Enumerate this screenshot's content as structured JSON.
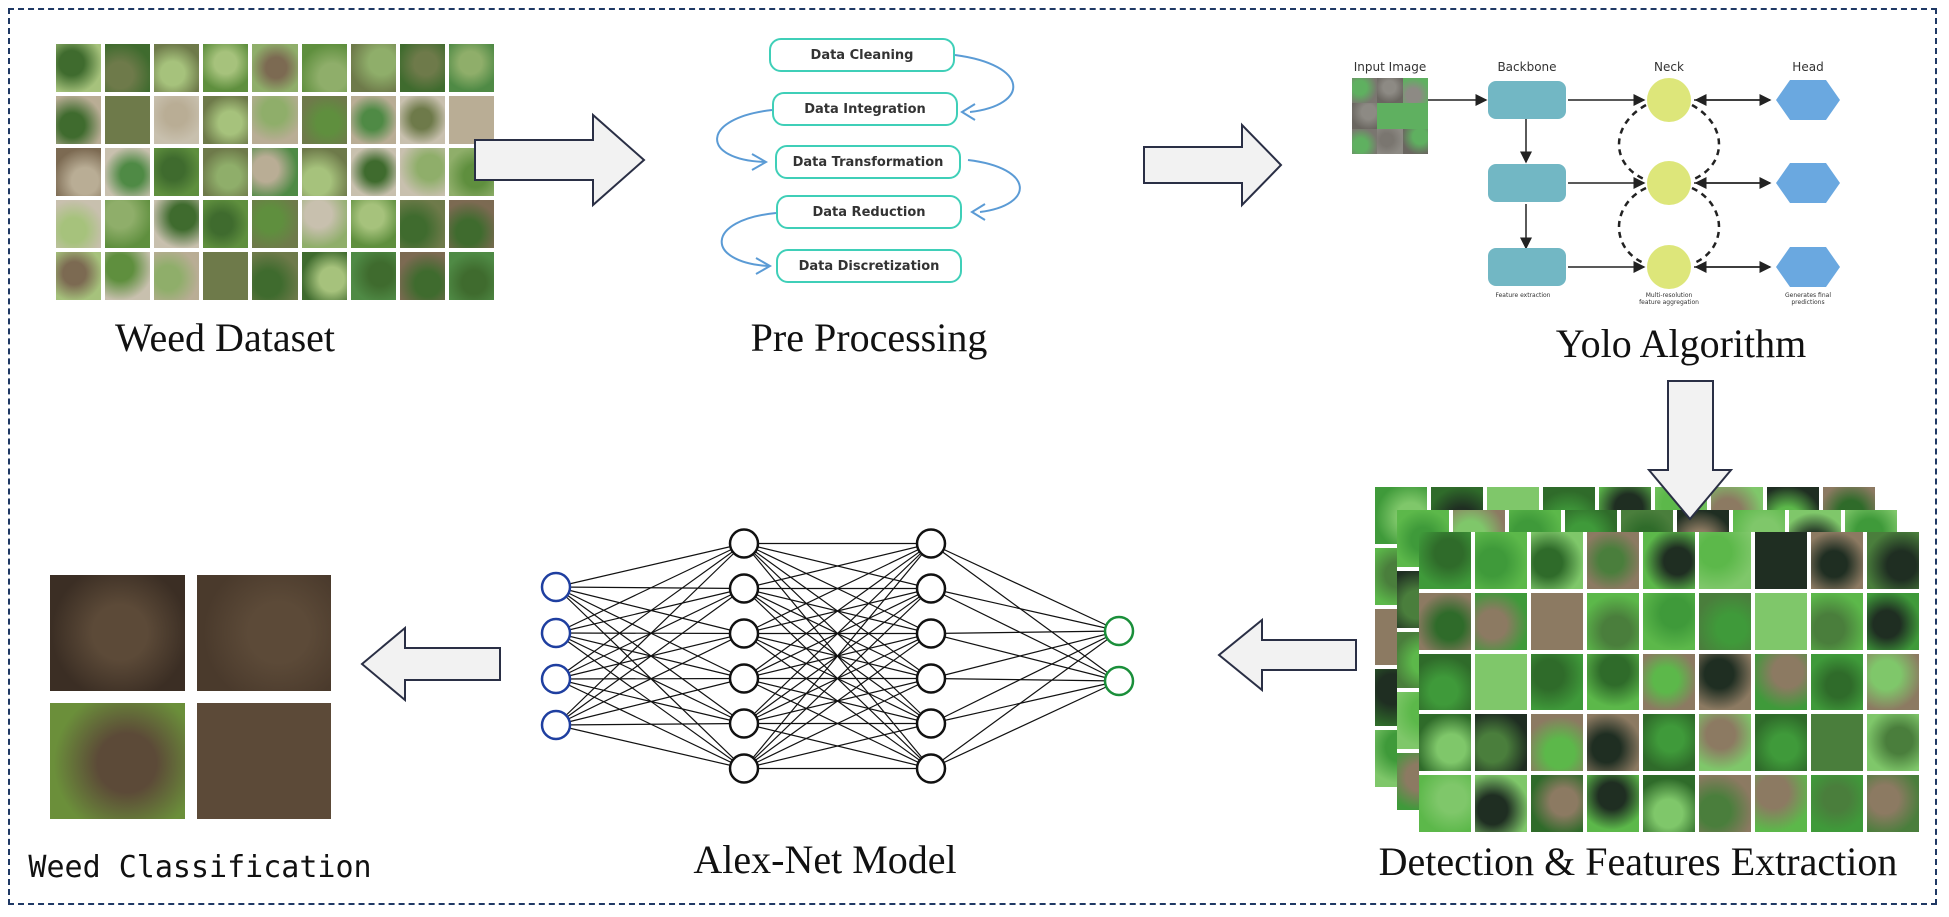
{
  "stages": {
    "weed_dataset": "Weed Dataset",
    "pre_processing": "Pre Processing",
    "yolo": "Yolo Algorithm",
    "detection": "Detection & Features Extraction",
    "alexnet": "Alex-Net Model",
    "classification": "Weed Classification"
  },
  "pre_processing_steps": [
    "Data Cleaning",
    "Data Integration",
    "Data Transformation",
    "Data Reduction",
    "Data Discretization"
  ],
  "yolo": {
    "input_image": "Input Image",
    "backbone": "Backbone",
    "neck": "Neck",
    "head": "Head",
    "backbone_caption": "Feature extraction",
    "neck_caption": "Multi-resolution feature aggregation",
    "head_caption": "Generates final predictions"
  },
  "network": {
    "layers": [
      4,
      6,
      6,
      2
    ]
  },
  "colors": {
    "frame": "#1f3864",
    "pp_box": "#3fcfb8",
    "backbone": "#72b7c4",
    "neck": "#dde67a",
    "head": "#6aa8e0",
    "input_node": "#1f3fa0",
    "output_node": "#1a8f3a",
    "arrow_fill": "#f2f2f2",
    "arrow_stroke": "#2a2f45"
  }
}
